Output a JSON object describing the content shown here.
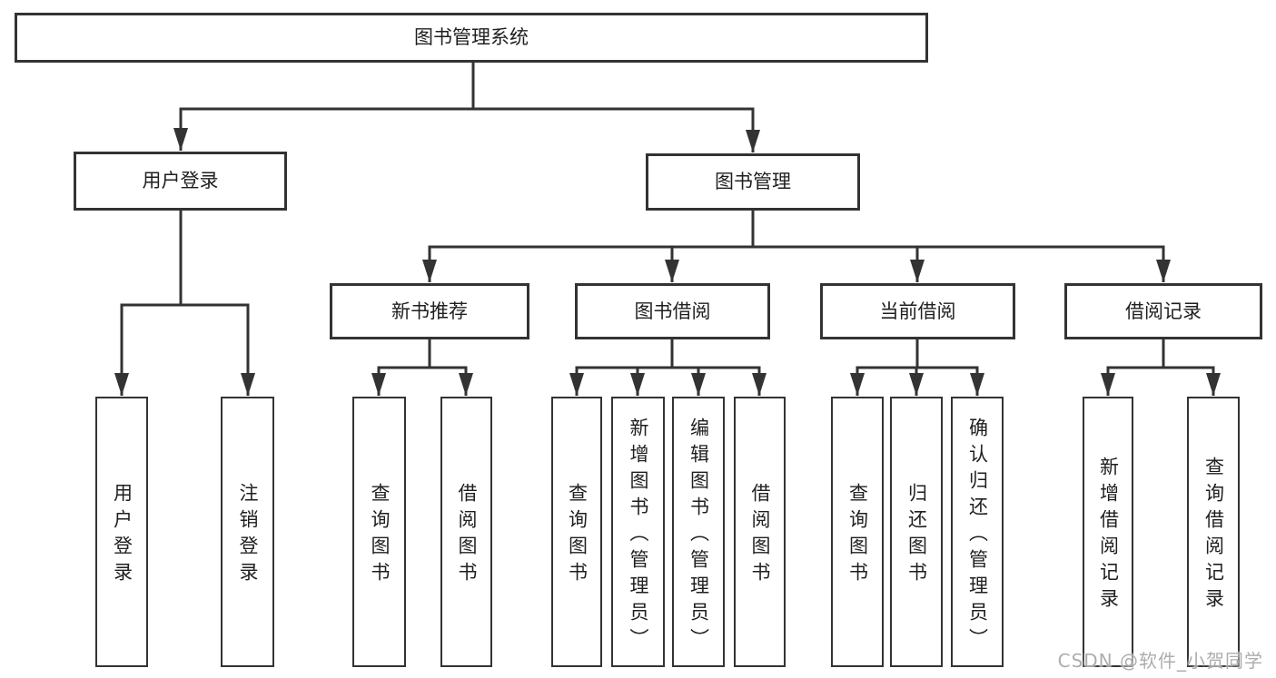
{
  "diagram": {
    "title": "图书管理系统",
    "branches": {
      "user_login": {
        "label": "用户登录",
        "children": [
          "用户登录",
          "注销登录"
        ]
      },
      "book_mgmt": {
        "label": "图书管理",
        "sections": {
          "new_book": {
            "label": "新书推荐",
            "children": [
              "查询图书",
              "借阅图书"
            ]
          },
          "borrow": {
            "label": "图书借阅",
            "children": [
              "查询图书",
              "新增图书（管理员）",
              "编辑图书（管理员）",
              "借阅图书"
            ]
          },
          "current": {
            "label": "当前借阅",
            "children": [
              "查询图书",
              "归还图书",
              "确认归还（管理员）"
            ]
          },
          "records": {
            "label": "借阅记录",
            "children": [
              "新增借阅记录",
              "查询借阅记录"
            ]
          }
        }
      }
    }
  },
  "watermark": {
    "text": "CSDN @软件_小贺同学"
  },
  "colors": {
    "background": "#ffffff",
    "line": "#333333",
    "box_border": "#333333",
    "text": "#1f1f1f",
    "watermark": "#a9a9a9"
  }
}
